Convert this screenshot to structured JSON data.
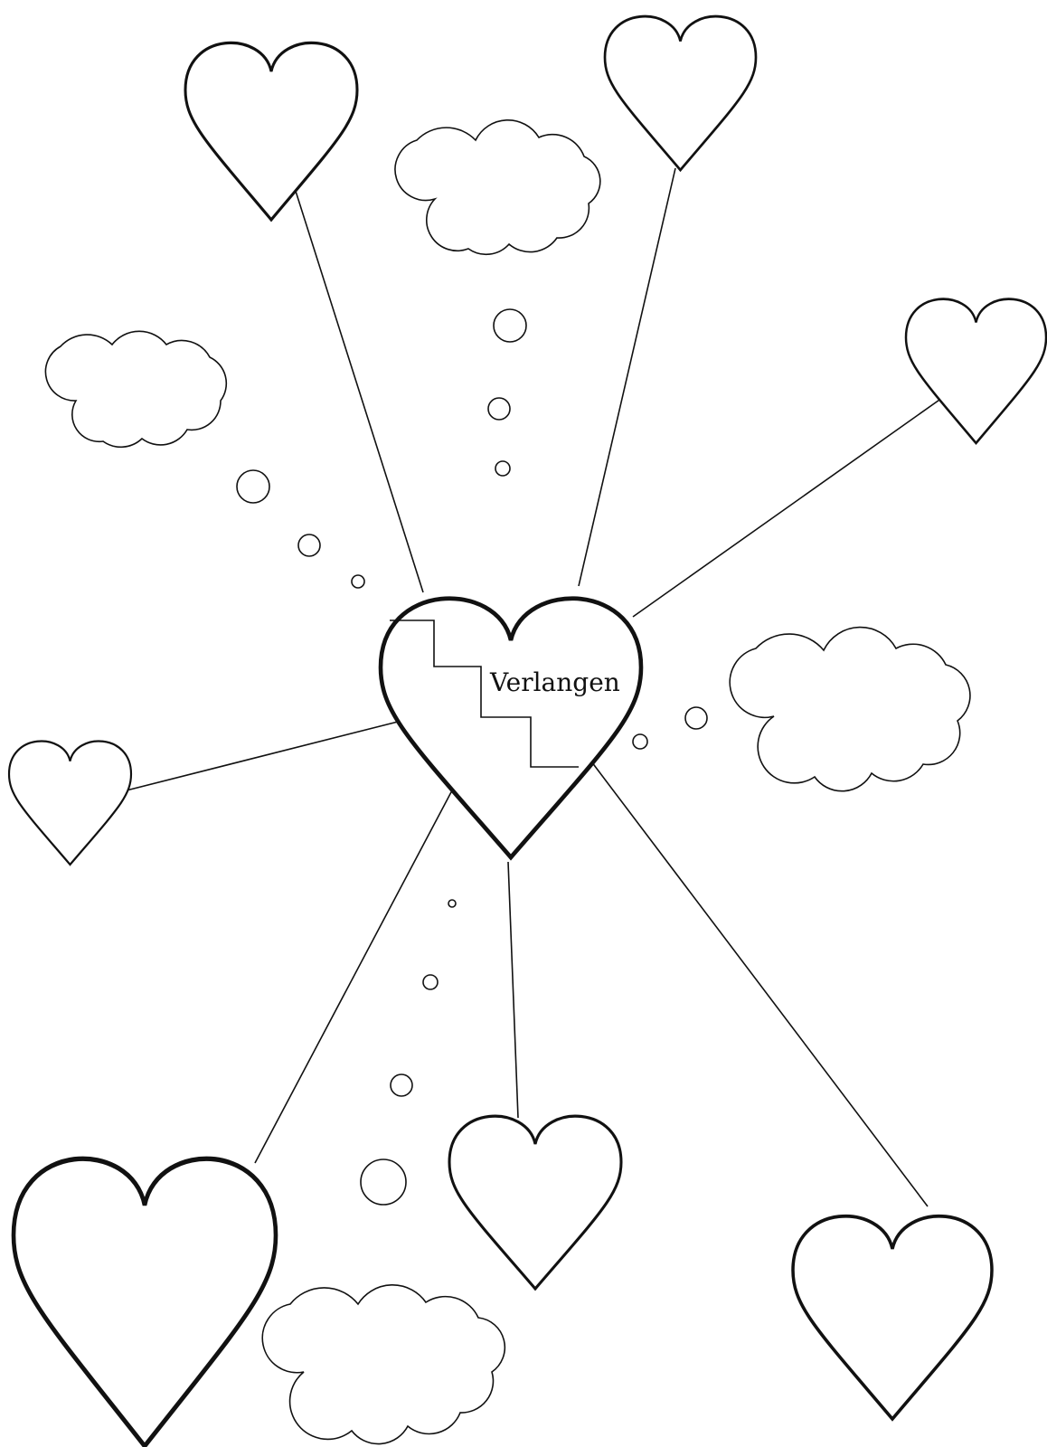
{
  "diagram": {
    "center_label": "Verlangen",
    "line_color": "#111111",
    "background_color": "#ffffff",
    "node_shape": "heart",
    "decorations": [
      "cloud",
      "thought-bubble"
    ]
  }
}
